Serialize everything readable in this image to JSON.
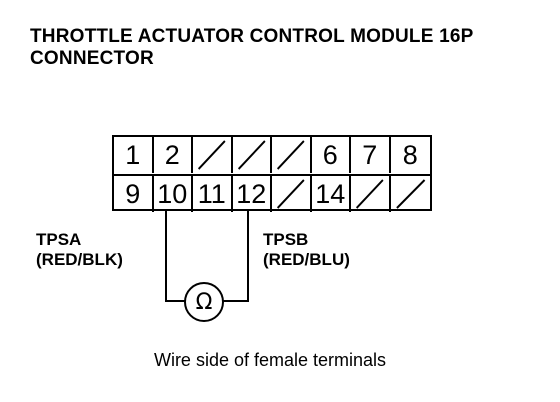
{
  "title": {
    "line1": "THROTTLE ACTUATOR CONTROL MODULE 16P",
    "line2": "CONNECTOR"
  },
  "connector": {
    "top_row": [
      "1",
      "2",
      "",
      "",
      "",
      "6",
      "7",
      "8"
    ],
    "bottom_row": [
      "9",
      "10",
      "11",
      "12",
      "",
      "14",
      "",
      ""
    ]
  },
  "labels": {
    "tpsa_name": "TPSA",
    "tpsa_color": "(RED/BLK)",
    "tpsb_name": "TPSB",
    "tpsb_color": "(RED/BLU)"
  },
  "meter_symbol": "Ω",
  "caption": "Wire side of female terminals"
}
